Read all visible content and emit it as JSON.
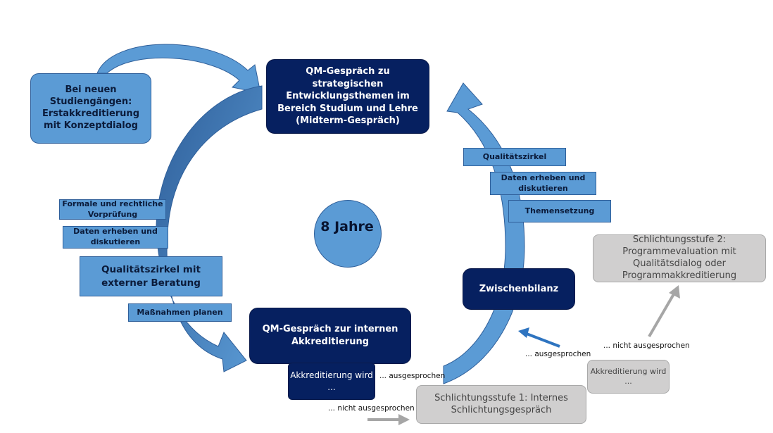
{
  "center": {
    "label": "8 Jahre"
  },
  "boxes": {
    "neue_studiengaenge": "Bei neuen Studiengängen: Erstakkreditierung mit Konzeptdialog",
    "midterm": "QM-Gespräch zu strategischen Entwicklungsthemen im Bereich Studium und Lehre (Midterm-Gespräch)",
    "interne_akkreditierung": "QM-Gespräch zur internen Akkreditierung",
    "zwischenbilanz": "Zwischenbilanz",
    "akkreditierung_wird": "Akkreditierung wird ...",
    "akkreditierung_wird_grau": "Akkreditierung wird ...",
    "schlichtung1": "Schlichtungsstufe 1: Internes Schlichtungsgespräch",
    "schlichtung2": "Schlichtungsstufe 2: Programmevaluation mit Qualitätsdialog oder Programmakkreditierung"
  },
  "left_steps": {
    "vorpruefung": "Formale und rechtliche Vorprüfung",
    "daten": "Daten erheben und diskutieren",
    "qualitaetszirkel_beratung": "Qualitätszirkel mit externer Beratung",
    "massnahmen": "Maßnahmen planen"
  },
  "right_steps": {
    "qualitaetszirkel": "Qualitätszirkel",
    "daten": "Daten erheben und diskutieren",
    "themensetzung": "Themensetzung"
  },
  "labels": {
    "ausgesprochen_1": "... ausgesprochen",
    "nicht_ausgesprochen_1": "... nicht ausgesprochen",
    "ausgesprochen_2": "... ausgesprochen",
    "nicht_ausgesprochen_2": "... nicht ausgesprochen"
  },
  "colors": {
    "navy": "#062060",
    "blue": "#5b9bd5",
    "blue_dark": "#2f5f9a",
    "gray": "#d0cfcf",
    "gray_arrow": "#a6a6a6"
  }
}
